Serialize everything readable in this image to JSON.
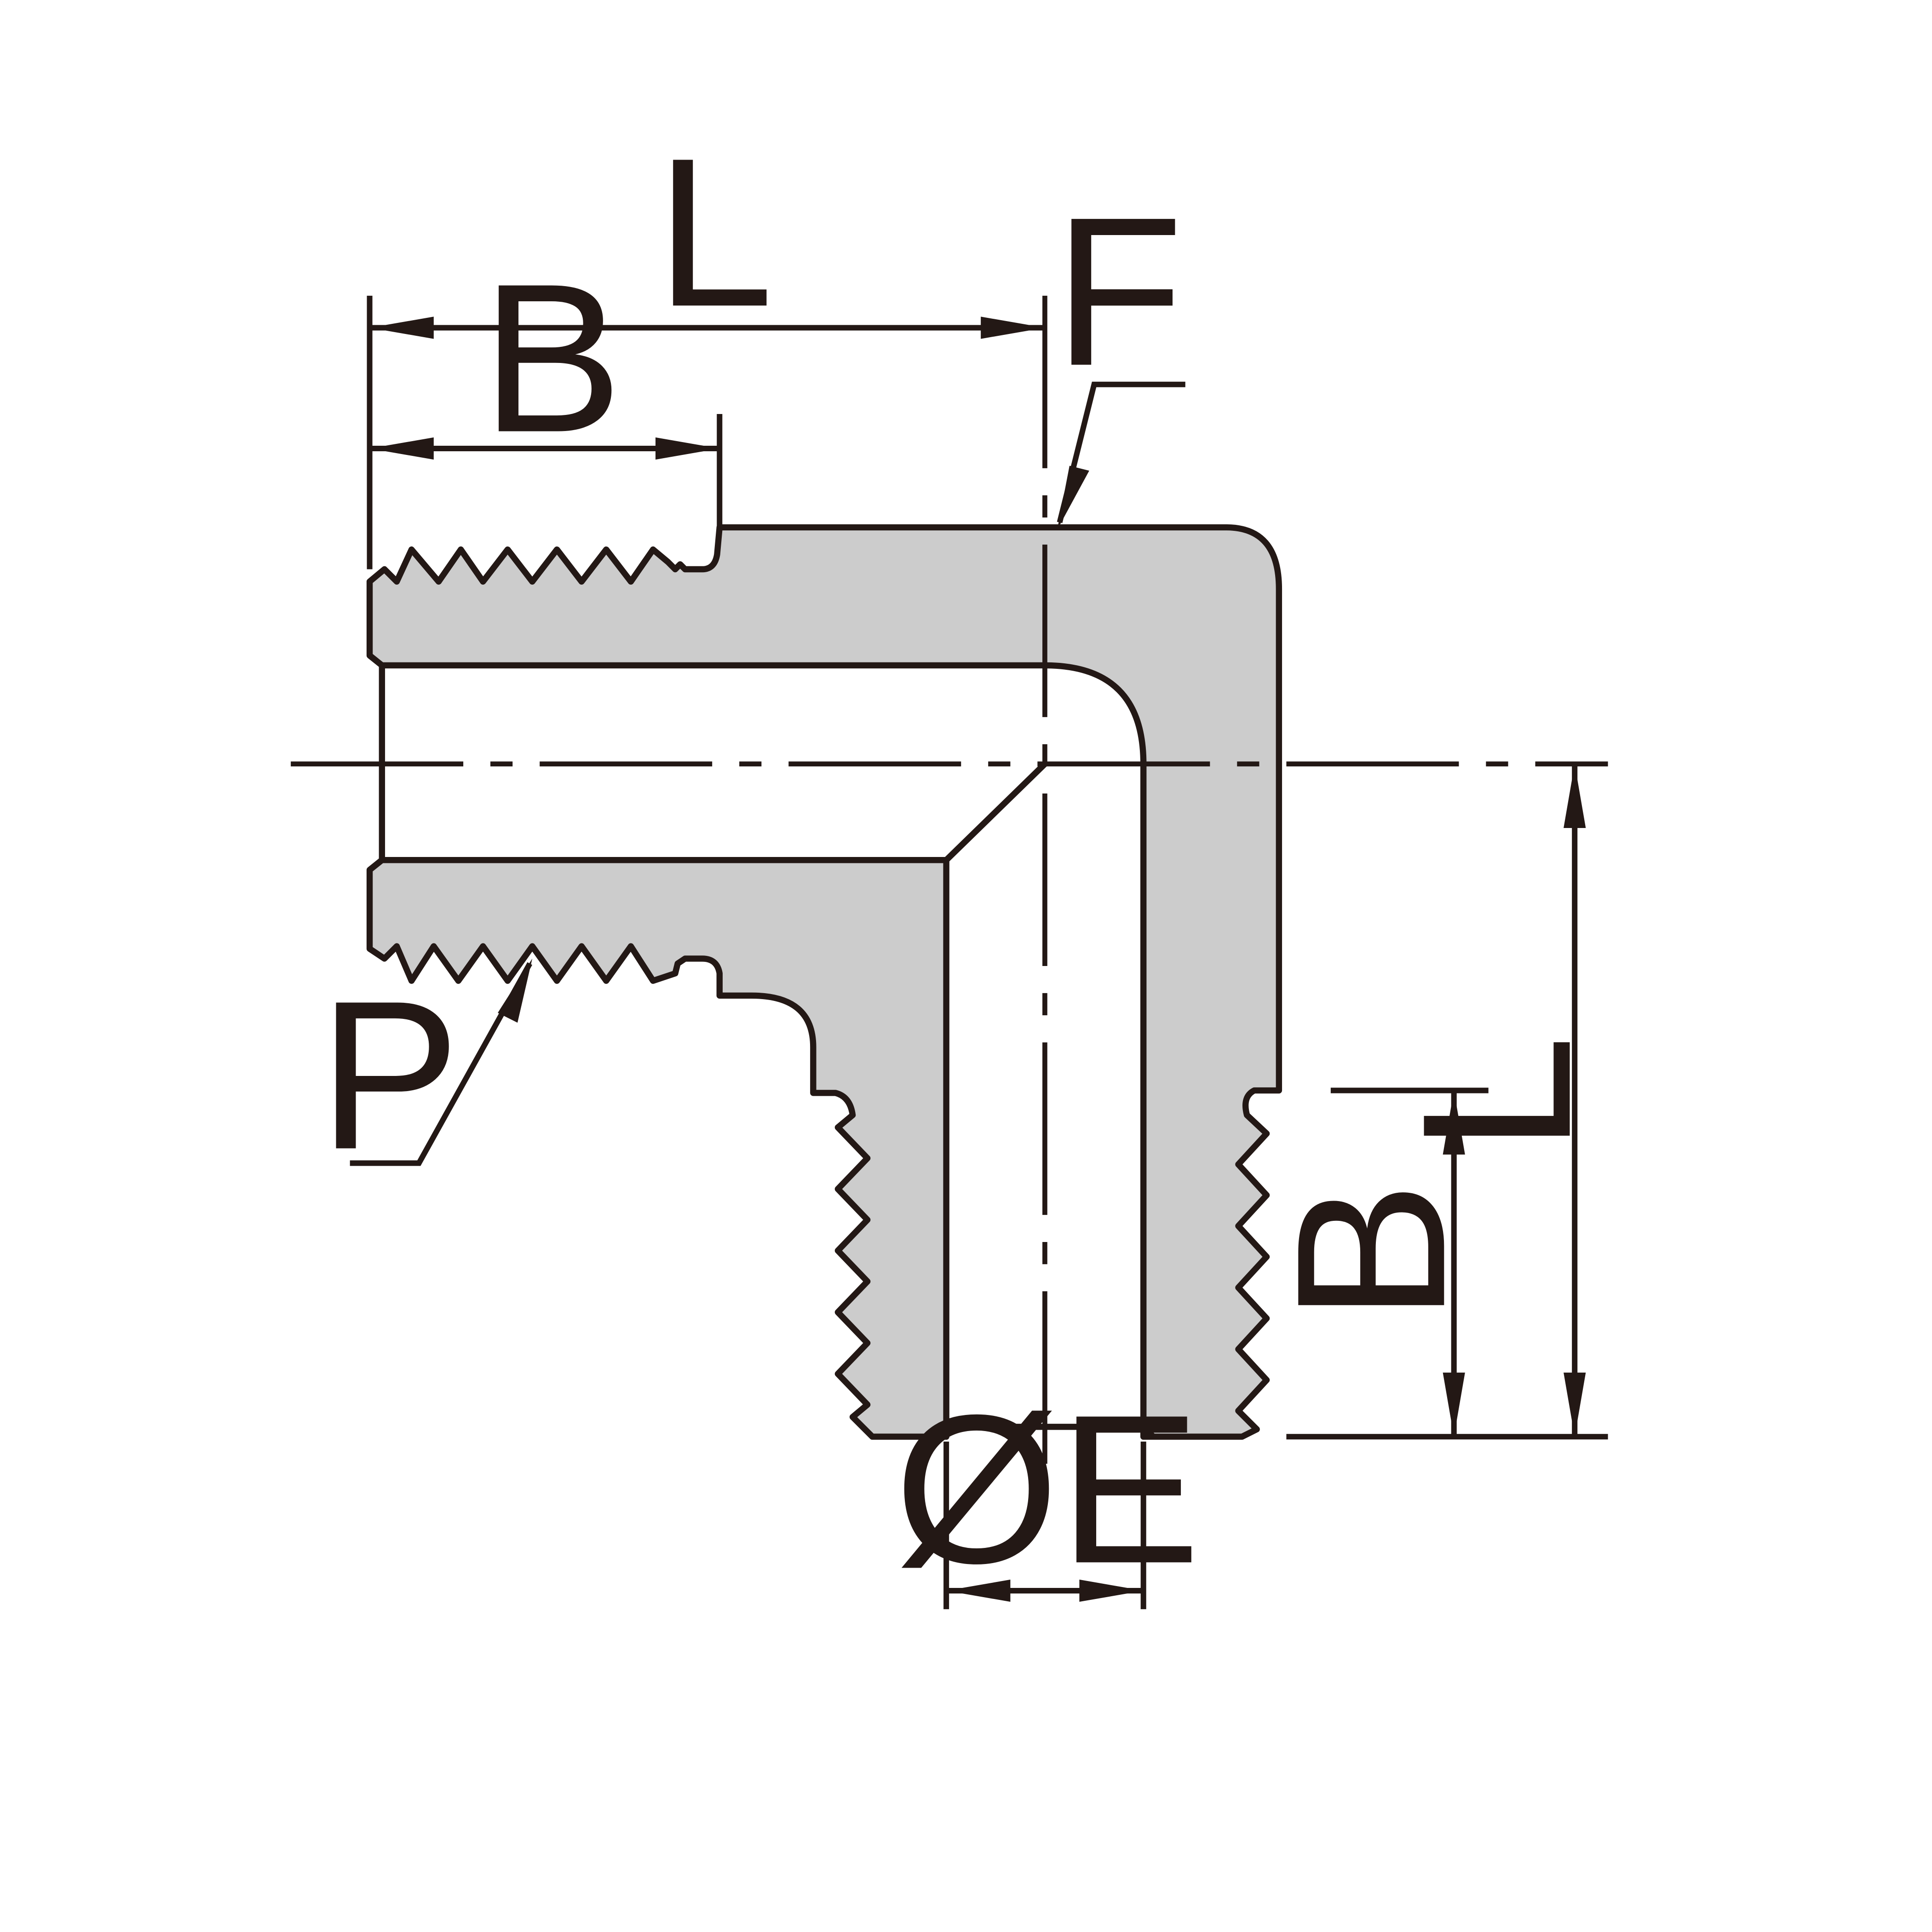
{
  "labels": {
    "overall_length_top": "L",
    "thread_length_top": "B",
    "flat_marker": "F",
    "pipe_thread": "P",
    "overall_length_side": "L",
    "thread_length_side": "B",
    "bore_diameter": "ØE"
  },
  "colors": {
    "body_fill": "#cccccc",
    "line": "#231815",
    "background": "#ffffff"
  }
}
